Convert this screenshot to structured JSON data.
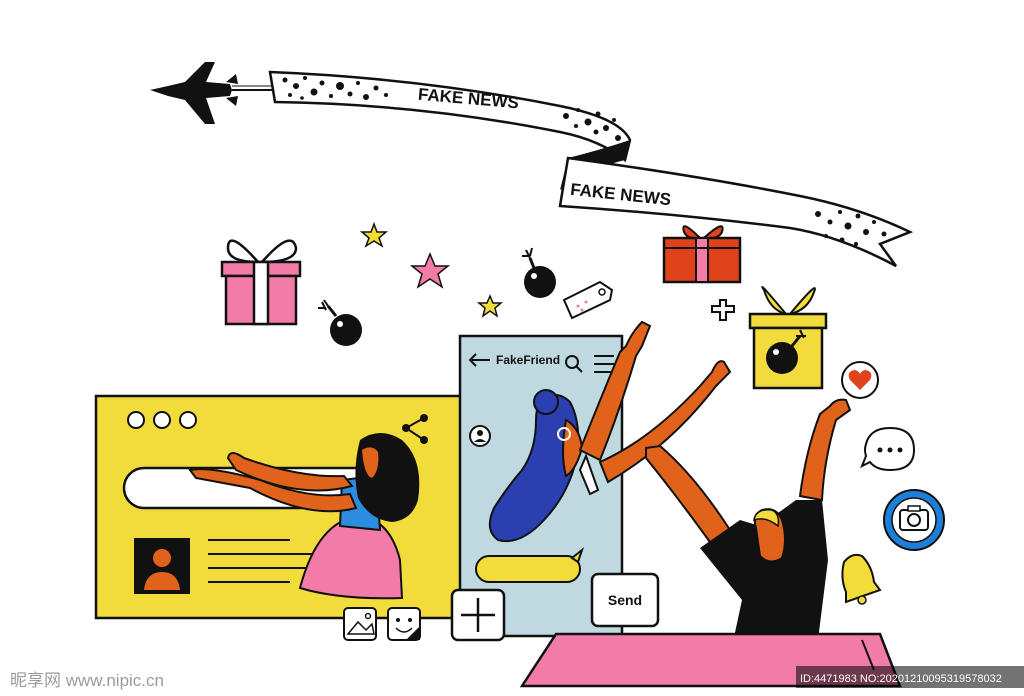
{
  "banner": {
    "label_1": "FAKE NEWS",
    "label_2": "FAKE NEWS"
  },
  "phone": {
    "title": "FakeFriend",
    "send_label": "Send"
  },
  "watermark": {
    "site": "昵享网 www.nipic.cn",
    "id": "ID:4471983 NO:20201210095319578032"
  },
  "colors": {
    "yellow": "#F2DC3C",
    "orange_skin": "#E0621B",
    "pink": "#F27BA8",
    "light_blue": "#BFD9E0",
    "blue": "#2C3FB0",
    "black": "#111111",
    "red": "#E0421B",
    "camera_blue": "#1E7FD8"
  }
}
